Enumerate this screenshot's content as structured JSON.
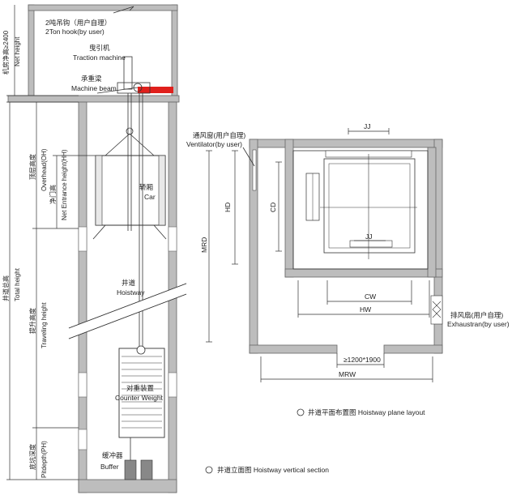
{
  "vertical_section": {
    "hook_label_cn": "2吨吊钩（用户自理）",
    "hook_label_en": "2Ton hook(by user)",
    "machine_cn": "曳引机",
    "machine_en": "Traction machine",
    "beam_cn": "承重梁",
    "beam_en": "Machine beam",
    "car_cn": "轿厢",
    "car_en": "Car",
    "hoistway_cn": "井道",
    "hoistway_en": "Hoistway",
    "counterweight_cn": "对重装置",
    "counterweight_en": "Counter Weight",
    "buffer_cn": "缓冲器",
    "buffer_en": "Buffer",
    "machine_room_height_cn": "机房净高≥2400",
    "machine_room_height_en": "Net height",
    "total_height_cn": "井道总高",
    "total_height_en": "Total height",
    "overhead_cn": "顶层高度",
    "overhead_en": "Overhead(OH)",
    "entrance_cn": "净门高",
    "entrance_en": "Net Entrance height(HH)",
    "travel_cn": "提升高度",
    "travel_en": "Traveling height",
    "pit_cn": "底坑深度",
    "pit_en": "Pitdepth(PH)",
    "caption": "井道立面图 Hoistway vertical section"
  },
  "plane_layout": {
    "ventilator_cn": "通风窗(用户自理)",
    "ventilator_en": "Ventilator(by user)",
    "exhaust_cn": "排风扇(用户自理)",
    "exhaust_en": "Exhaustran(by user)",
    "jj_top": "JJ",
    "jj_inner": "JJ",
    "hd": "HD",
    "cd": "CD",
    "mrd": "MRD",
    "cw": "CW",
    "hw": "HW",
    "opening": "≥1200*1900",
    "mrw": "MRW",
    "caption": "井道平面布置图 Hoistway plane layout"
  },
  "colors": {
    "accent_red": "#e0201c",
    "wall_gray": "#bdbdbd"
  }
}
